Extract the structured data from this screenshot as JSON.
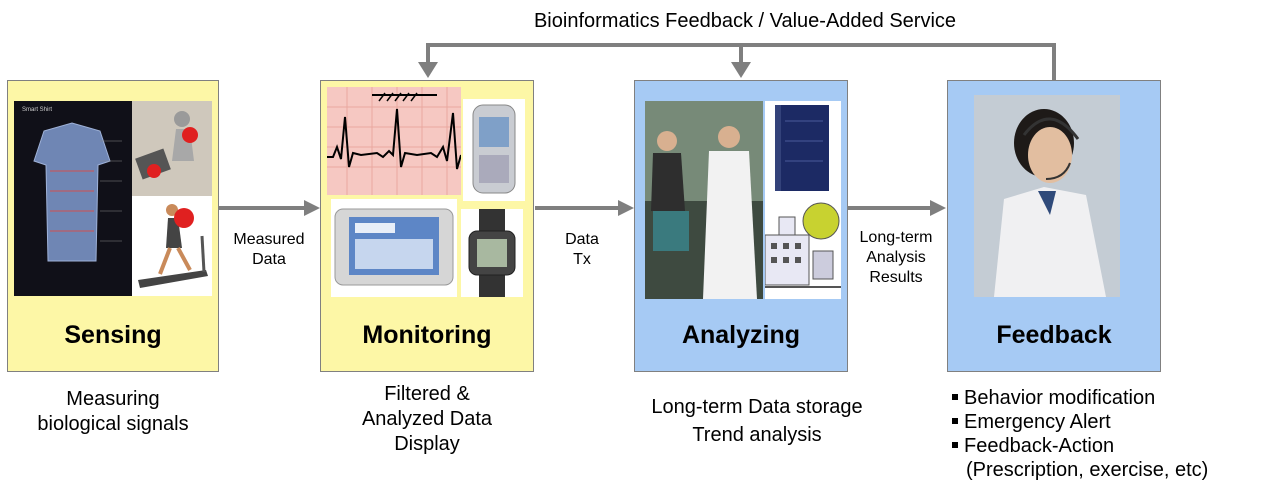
{
  "top_label": "Bioinformatics Feedback / Value-Added Service",
  "stages": [
    {
      "title": "Sensing",
      "caption": [
        "Measuring",
        "biological signals"
      ],
      "color": "#fdf7a6"
    },
    {
      "title": "Monitoring",
      "caption": [
        "Filtered &",
        "Analyzed  Data",
        "Display"
      ],
      "color": "#fdf7a6"
    },
    {
      "title": "Analyzing",
      "caption": [
        "Long-term Data storage",
        "Trend analysis"
      ],
      "color": "#a6caf4"
    },
    {
      "title": "Feedback",
      "color": "#a6caf4"
    }
  ],
  "flow_labels": {
    "sensing_to_monitoring": [
      "Measured",
      "Data"
    ],
    "monitoring_to_analyzing": [
      "Data",
      "Tx"
    ],
    "analyzing_to_feedback": [
      "Long-term",
      "Analysis",
      "Results"
    ]
  },
  "feedback_list": [
    "Behavior modification",
    "Emergency Alert",
    "Feedback-Action",
    "(Prescription, exercise, etc)"
  ],
  "arrow_color": "#7f7f7f"
}
